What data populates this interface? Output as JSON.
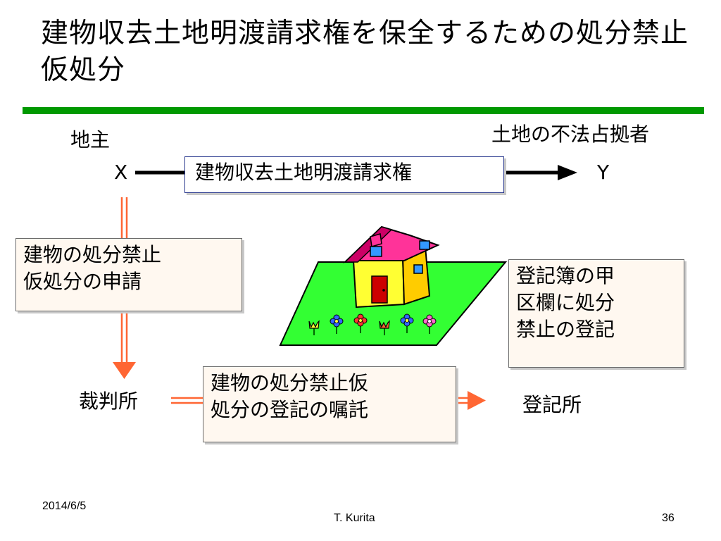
{
  "slide": {
    "title": "建物収去土地明渡請求権を保全するための処分禁止仮処分",
    "party_x_role": "地主",
    "party_x": "X",
    "party_y_role": "土地の不法占拠者",
    "party_y": "Y",
    "claim_box": "建物収去土地明渡請求権",
    "application_box": [
      "建物の処分禁止",
      "仮処分の申請"
    ],
    "court": "裁判所",
    "commission_box": [
      "建物の処分禁止仮",
      "処分の登記の嘱託"
    ],
    "registry": "登記所",
    "registry_box": [
      "登記簿の甲",
      "区欄に処分",
      "禁止の登記"
    ]
  },
  "footer": {
    "date": "2014/6/5",
    "author": "T. Kurita",
    "page": "36"
  },
  "colors": {
    "title_rule": "#009900",
    "arrow_orange": "#ff6633",
    "arrow_black": "#000000",
    "lawn": "#33ff33",
    "house_wall": "#ffff33",
    "house_roof": "#ff3399",
    "window": "#3399ff",
    "door": "#cc0000"
  },
  "icons": [
    "house-illustration",
    "tulip-icon",
    "flower-icon"
  ]
}
